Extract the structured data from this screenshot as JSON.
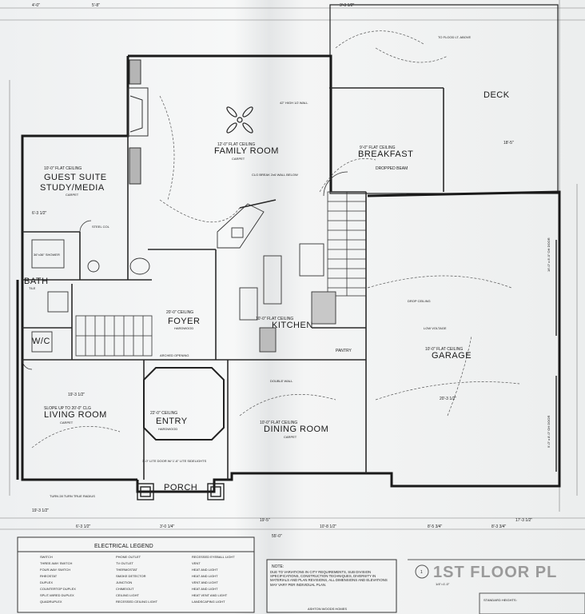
{
  "plan": {
    "rooms": {
      "deck": "DECK",
      "breakfast": "BREAKFAST",
      "family_room": "FAMILY ROOM",
      "guest_suite": "GUEST SUITE",
      "study_media": "STUDY/MEDIA",
      "bath": "BATH",
      "wic": "W/C",
      "foyer": "FOYER",
      "kitchen": "KITCHEN",
      "pantry": "PANTRY",
      "garage": "GARAGE",
      "living_room": "LIVING ROOM",
      "entry": "ENTRY",
      "dining_room": "DINING ROOM",
      "porch": "PORCH"
    },
    "notes": {
      "family_ceiling": "12'-0\" FLAT CEILING",
      "family_carpet": "CARPET",
      "breakfast_ceiling": "9'-0\" FLAT CEILING",
      "dropped_beam": "DROPPED BEAM",
      "guest_ceiling": "10'-0\" FLAT CEILING",
      "guest_carpet": "CARPET",
      "foyer_ceiling": "20'-0\" CEILING",
      "foyer_floor": "HARDWOOD",
      "kitchen_ceiling": "10'-0\" FLAT CEILING",
      "garage_ceiling": "10'-0\" FLAT CEILING",
      "living_ceiling": "SLOPE UP TO 20'-0\" CLG",
      "living_carpet": "CARPET",
      "entry_ceiling": "22'-0\" CEILING",
      "entry_floor": "HARDWOOD",
      "dining_ceiling": "10'-0\" FLAT CEILING",
      "dining_carpet": "CARPET",
      "arched_opening": "ARCHED OPENING",
      "double_wall": "DOUBLE WALL",
      "low_voltage": "LOW VOLTAGE",
      "drop_ceiling": "DROP CEILING",
      "garage_door_top": "16'-0\" x 8'-0\" OH DOOR",
      "garage_door_bottom": "9'-0\" x 8'-0\" OH DOOR",
      "steel_col": "STEEL COL",
      "flood_lt": "TO FLOOD LT. ABOVE",
      "chimney_wall": "42\" HIGH 1/2 WALL",
      "wall_below": "CLG BREAK 2x6 WALL BELOW",
      "shower": "36\"x36\" SHOWER",
      "bath_tile": "TILE",
      "porch_door": "3'-0\" LITE DOOR W/ 1'-6\" LITE SIDELIGHTS",
      "turn_radius": "TURN 28 TURN TRUE RADIUS"
    },
    "dims": {
      "d1": "4'-0\"",
      "d2": "5'-8\"",
      "d3": "3'-3 1/2\"",
      "d4": "6'-3 1/2\"",
      "d5": "19'-3 1/2\"",
      "d6": "18'-5\"",
      "d7": "10'-8 1/2\"",
      "d8": "8'-5 3/4\"",
      "d9": "8'-3 3/4\"",
      "d10": "17'-3 1/2\"",
      "d11": "6'-3 1/2\"",
      "d12": "3'-0 1/4\"",
      "d13": "55'-0\"",
      "d14": "19'-5\"",
      "d15": "19'-3 1/2\"",
      "d16": "20'-3 1/2\""
    }
  },
  "legend": {
    "title": "ELECTRICAL LEGEND",
    "col1": [
      "SWITCH",
      "THREE-WAY SWITCH",
      "FOUR-WAY SWITCH",
      "RHEOSTAT",
      "DUPLEX",
      "COUNTERTOP DUPLEX",
      "SPLIT-WIRED DUPLEX",
      "QUADRUPLEX"
    ],
    "col2": [
      "PHONE OUTLET",
      "TV OUTLET",
      "THERMOSTAT",
      "SMOKE DETECTOR",
      "JUNCTION",
      "CHIME/OUT",
      "CEILING LIGHT",
      "RECESSED CEILING LIGHT"
    ],
    "col3": [
      "RECESSED EYEBALL LIGHT",
      "VENT",
      "HEAT AND LIGHT",
      "HEAT AND LIGHT",
      "VENT AND LIGHT",
      "HEAT AND LIGHT",
      "HEAT VENT AND LIGHT",
      "LANDSCAPING LIGHT"
    ]
  },
  "note_box": {
    "heading": "NOTE:",
    "text": "DUE TO VARIATIONS IN CITY REQUIREMENTS, SUB DIVISION SPECIFICATIONS, CONSTRUCTION TECHNIQUES, DIVERSITY IN MATERIALS AND PLAN REVISIONS, ALL DIMENSIONS AND ELEVATIONS MAY VARY PER INDIVIDUAL PLAN.",
    "company": "ASHTON WOODS HOMES"
  },
  "title_block": {
    "sheet_number": "1",
    "title": "1ST FLOOR PL",
    "scale": "1/4\"=1'-0\"",
    "standard_heights": "STANDARD HEIGHTS:"
  }
}
